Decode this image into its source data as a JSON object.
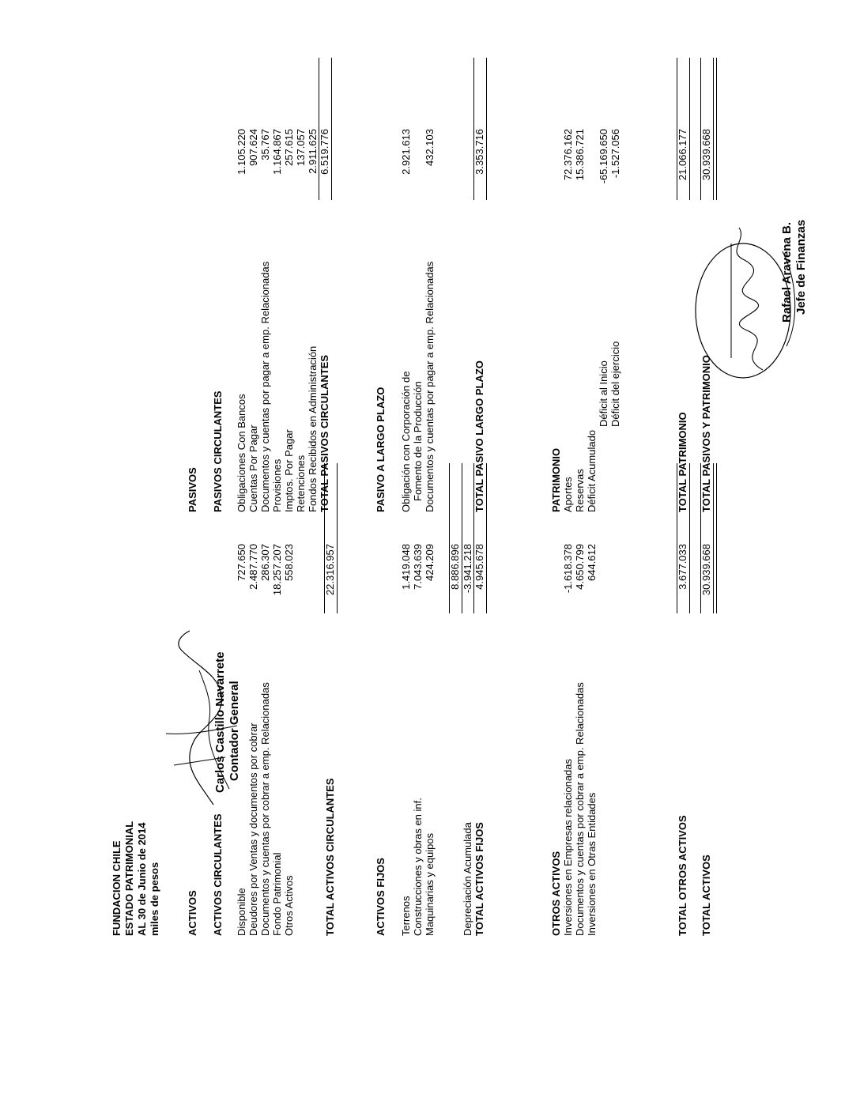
{
  "header": {
    "org": "FUNDACION CHILE",
    "title": "ESTADO PATRIMONIAL",
    "date": "AL 30 de Junio de 2014",
    "units": "miles de pesos"
  },
  "activos": {
    "heading": "ACTIVOS",
    "circulantes": {
      "heading": "ACTIVOS CIRCULANTES",
      "rows": [
        {
          "label": "Disponible",
          "value": "727.650"
        },
        {
          "label": "Deudores por Ventas y documentos por cobrar",
          "value": "2.487.770"
        },
        {
          "label": "Documentos y cuentas por cobrar a emp. Relacionadas",
          "value": "286.307"
        },
        {
          "label": "Fondo Patrimonial",
          "value": "18.257.207"
        },
        {
          "label": "Otros Activos",
          "value": "558.023"
        }
      ],
      "total_label": "TOTAL ACTIVOS CIRCULANTES",
      "total_value": "22.316.957"
    },
    "fijos": {
      "heading": "ACTIVOS FIJOS",
      "rows": [
        {
          "label": "Terrenos",
          "value": "1.419.048"
        },
        {
          "label": "Construcciones y obras en inf.",
          "value": "7.043.639"
        },
        {
          "label": "Maquinarias y equipos",
          "value": "424.209"
        }
      ],
      "subtotal_value": "8.886.896",
      "depreciacion_label": "Depreciación Acumulada",
      "depreciacion_value": "-3.941.218",
      "total_label": "TOTAL ACTIVOS FIJOS",
      "total_value": "4.945.678"
    },
    "otros": {
      "heading": "OTROS ACTIVOS",
      "rows": [
        {
          "label": "Inversiones en Empresas relacionadas",
          "value": "-1.618.378"
        },
        {
          "label": "Documentos y cuentas por cobrar a emp. Relacionadas",
          "value": "4.650.799"
        },
        {
          "label": "Inversiones en Otras Entidades",
          "value": "644.612"
        }
      ],
      "total_label": "TOTAL OTROS ACTIVOS",
      "total_value": "3.677.033"
    },
    "total_label": "TOTAL ACTIVOS",
    "total_value": "30.939.668"
  },
  "pasivos": {
    "heading": "PASIVOS",
    "circulantes": {
      "heading": "PASIVOS CIRCULANTES",
      "rows": [
        {
          "label": "Obligaciones Con Bancos",
          "value": "1.105.220"
        },
        {
          "label": "Cuentas Por Pagar",
          "value": "907.624"
        },
        {
          "label": "Documentos y cuentas por pagar a emp. Relacionadas",
          "value": "35.767"
        },
        {
          "label": "Provisiones",
          "value": "1.164.867"
        },
        {
          "label": "Imptos. Por Pagar",
          "value": "257.615"
        },
        {
          "label": "Retenciones",
          "value": "137.057"
        },
        {
          "label": "Fondos Recibidos en Administración",
          "value": "2.911.625"
        }
      ],
      "total_label": "TOTAL PASIVOS CIRCULANTES",
      "total_value": "6.519.776"
    },
    "largo_plazo": {
      "heading": "PASIVO A LARGO PLAZO",
      "row1_label": "Obligación con Corporación de",
      "row1b_label": "Fomento de la Producción",
      "row1_value": "2.921.613",
      "row2_label": "Documentos y cuentas por pagar a emp. Relacionadas",
      "row2_value": "432.103",
      "total_label": "TOTAL PASIVO LARGO PLAZO",
      "total_value": "3.353.716"
    },
    "patrimonio": {
      "heading": "PATRIMONIO",
      "aportes_label": "Aportes",
      "aportes_value": "72.376.162",
      "reservas_label": "Reservas",
      "reservas_value": "15.386.721",
      "deficit_label": "Déficit Acumulado",
      "deficit_inicio_label": "Déficit al Inicio",
      "deficit_inicio_value": "-65.169.650",
      "deficit_ejercicio_label": "Déficit del ejercicio",
      "deficit_ejercicio_value": "-1.527.056",
      "total_label": "TOTAL PATRIMONIO",
      "total_value": "21.066.177"
    },
    "total_label": "TOTAL PASIVOS Y PATRIMONIO",
    "total_value": "30.939.668"
  },
  "signatures": {
    "left_name": "Carlos Castillo Navarrete",
    "left_title": "Contador General",
    "right_name": "Rafael Aravena B.",
    "right_title": "Jefe de Finanzas"
  }
}
